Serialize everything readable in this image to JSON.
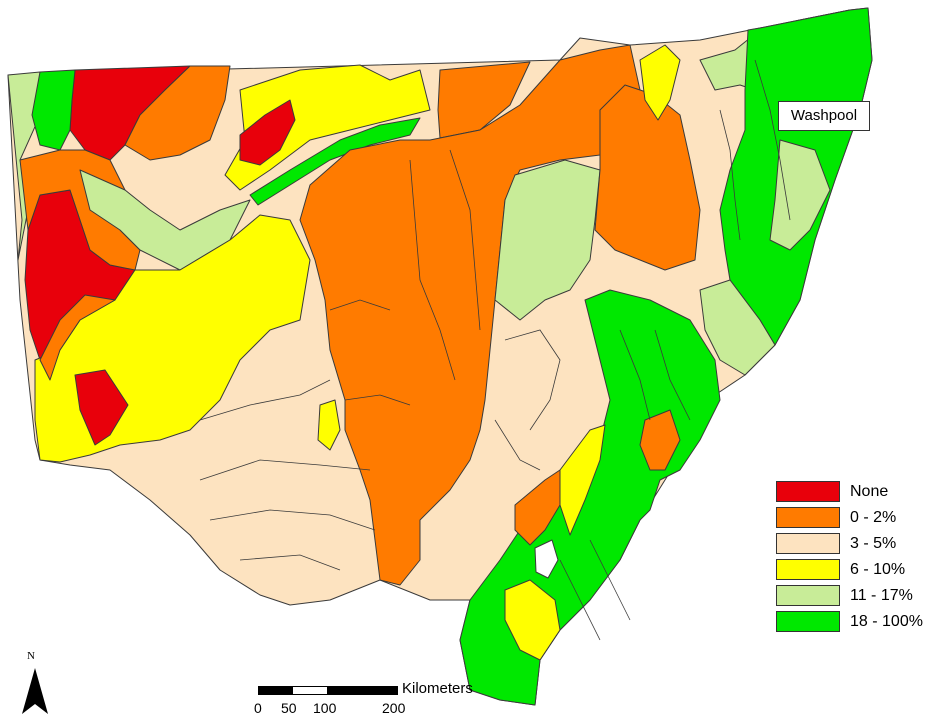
{
  "map": {
    "colors": {
      "none": "#e8000b",
      "c0_2": "#ff7b00",
      "c3_5": "#fde3c0",
      "c6_10": "#ffff00",
      "c11_17": "#c8ec98",
      "c18_100": "#00e800"
    }
  },
  "callout": {
    "label": "Washpool"
  },
  "legend": {
    "items": [
      {
        "label": "None",
        "color": "#e8000b"
      },
      {
        "label": "0 - 2%",
        "color": "#ff7b00"
      },
      {
        "label": "3 - 5%",
        "color": "#fde3c0"
      },
      {
        "label": "6 - 10%",
        "color": "#ffff00"
      },
      {
        "label": "11 - 17%",
        "color": "#c8ec98"
      },
      {
        "label": "18 - 100%",
        "color": "#00e800"
      }
    ]
  },
  "north_arrow": {
    "label": "N",
    "icon": "north-arrow-icon"
  },
  "scale_bar": {
    "unit": "Kilometers",
    "ticks": [
      "0",
      "50",
      "100",
      "200"
    ]
  }
}
